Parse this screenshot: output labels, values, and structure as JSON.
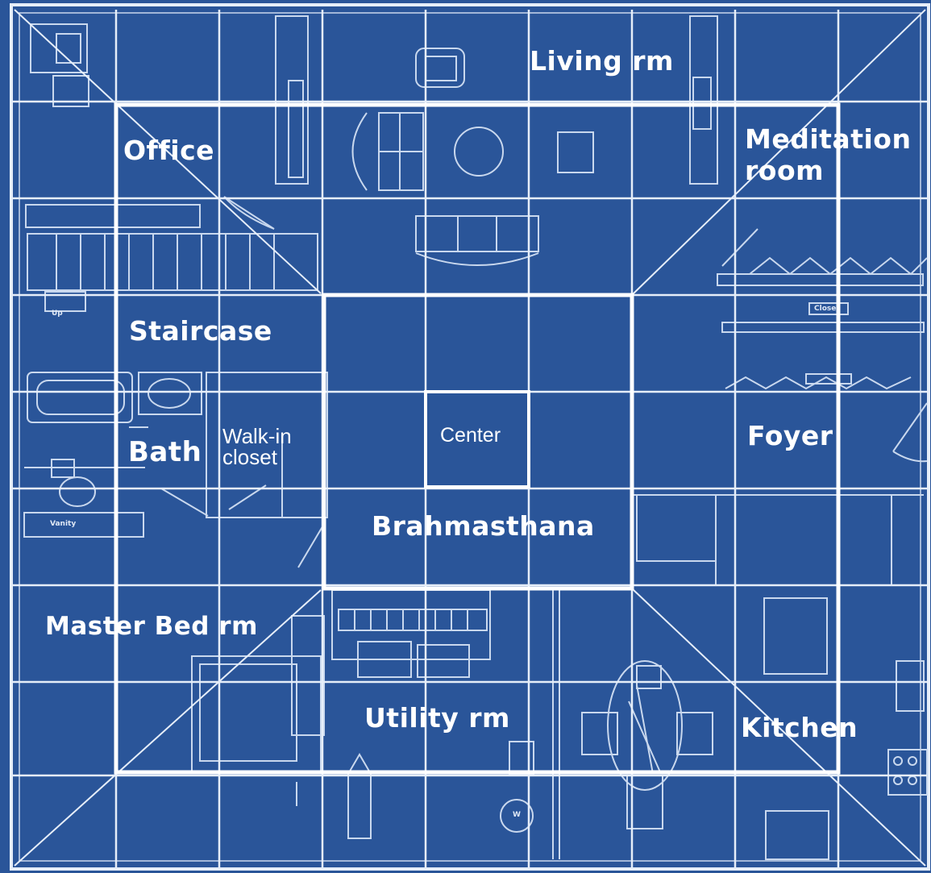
{
  "colors": {
    "blueprint": "#2a5599",
    "line": "#dfe8f5",
    "grid": "#e6eef9",
    "heavy": "#ffffff"
  },
  "rooms": {
    "living": "Living rm",
    "office": "Office",
    "meditation_line1": "Meditation",
    "meditation_line2": "room",
    "staircase": "Staircase",
    "bath": "Bath",
    "walkin_line1": "Walk-in",
    "walkin_line2": "closet",
    "center": "Center",
    "foyer": "Foyer",
    "brahmasthana": "Brahmasthana",
    "master": "Master Bed rm",
    "utility": "Utility rm",
    "kitchen": "Kitchen"
  },
  "fixtures": {
    "stair_up": "Up",
    "washer": "W",
    "closet_tag": "Close",
    "vanity": "Vanity"
  }
}
